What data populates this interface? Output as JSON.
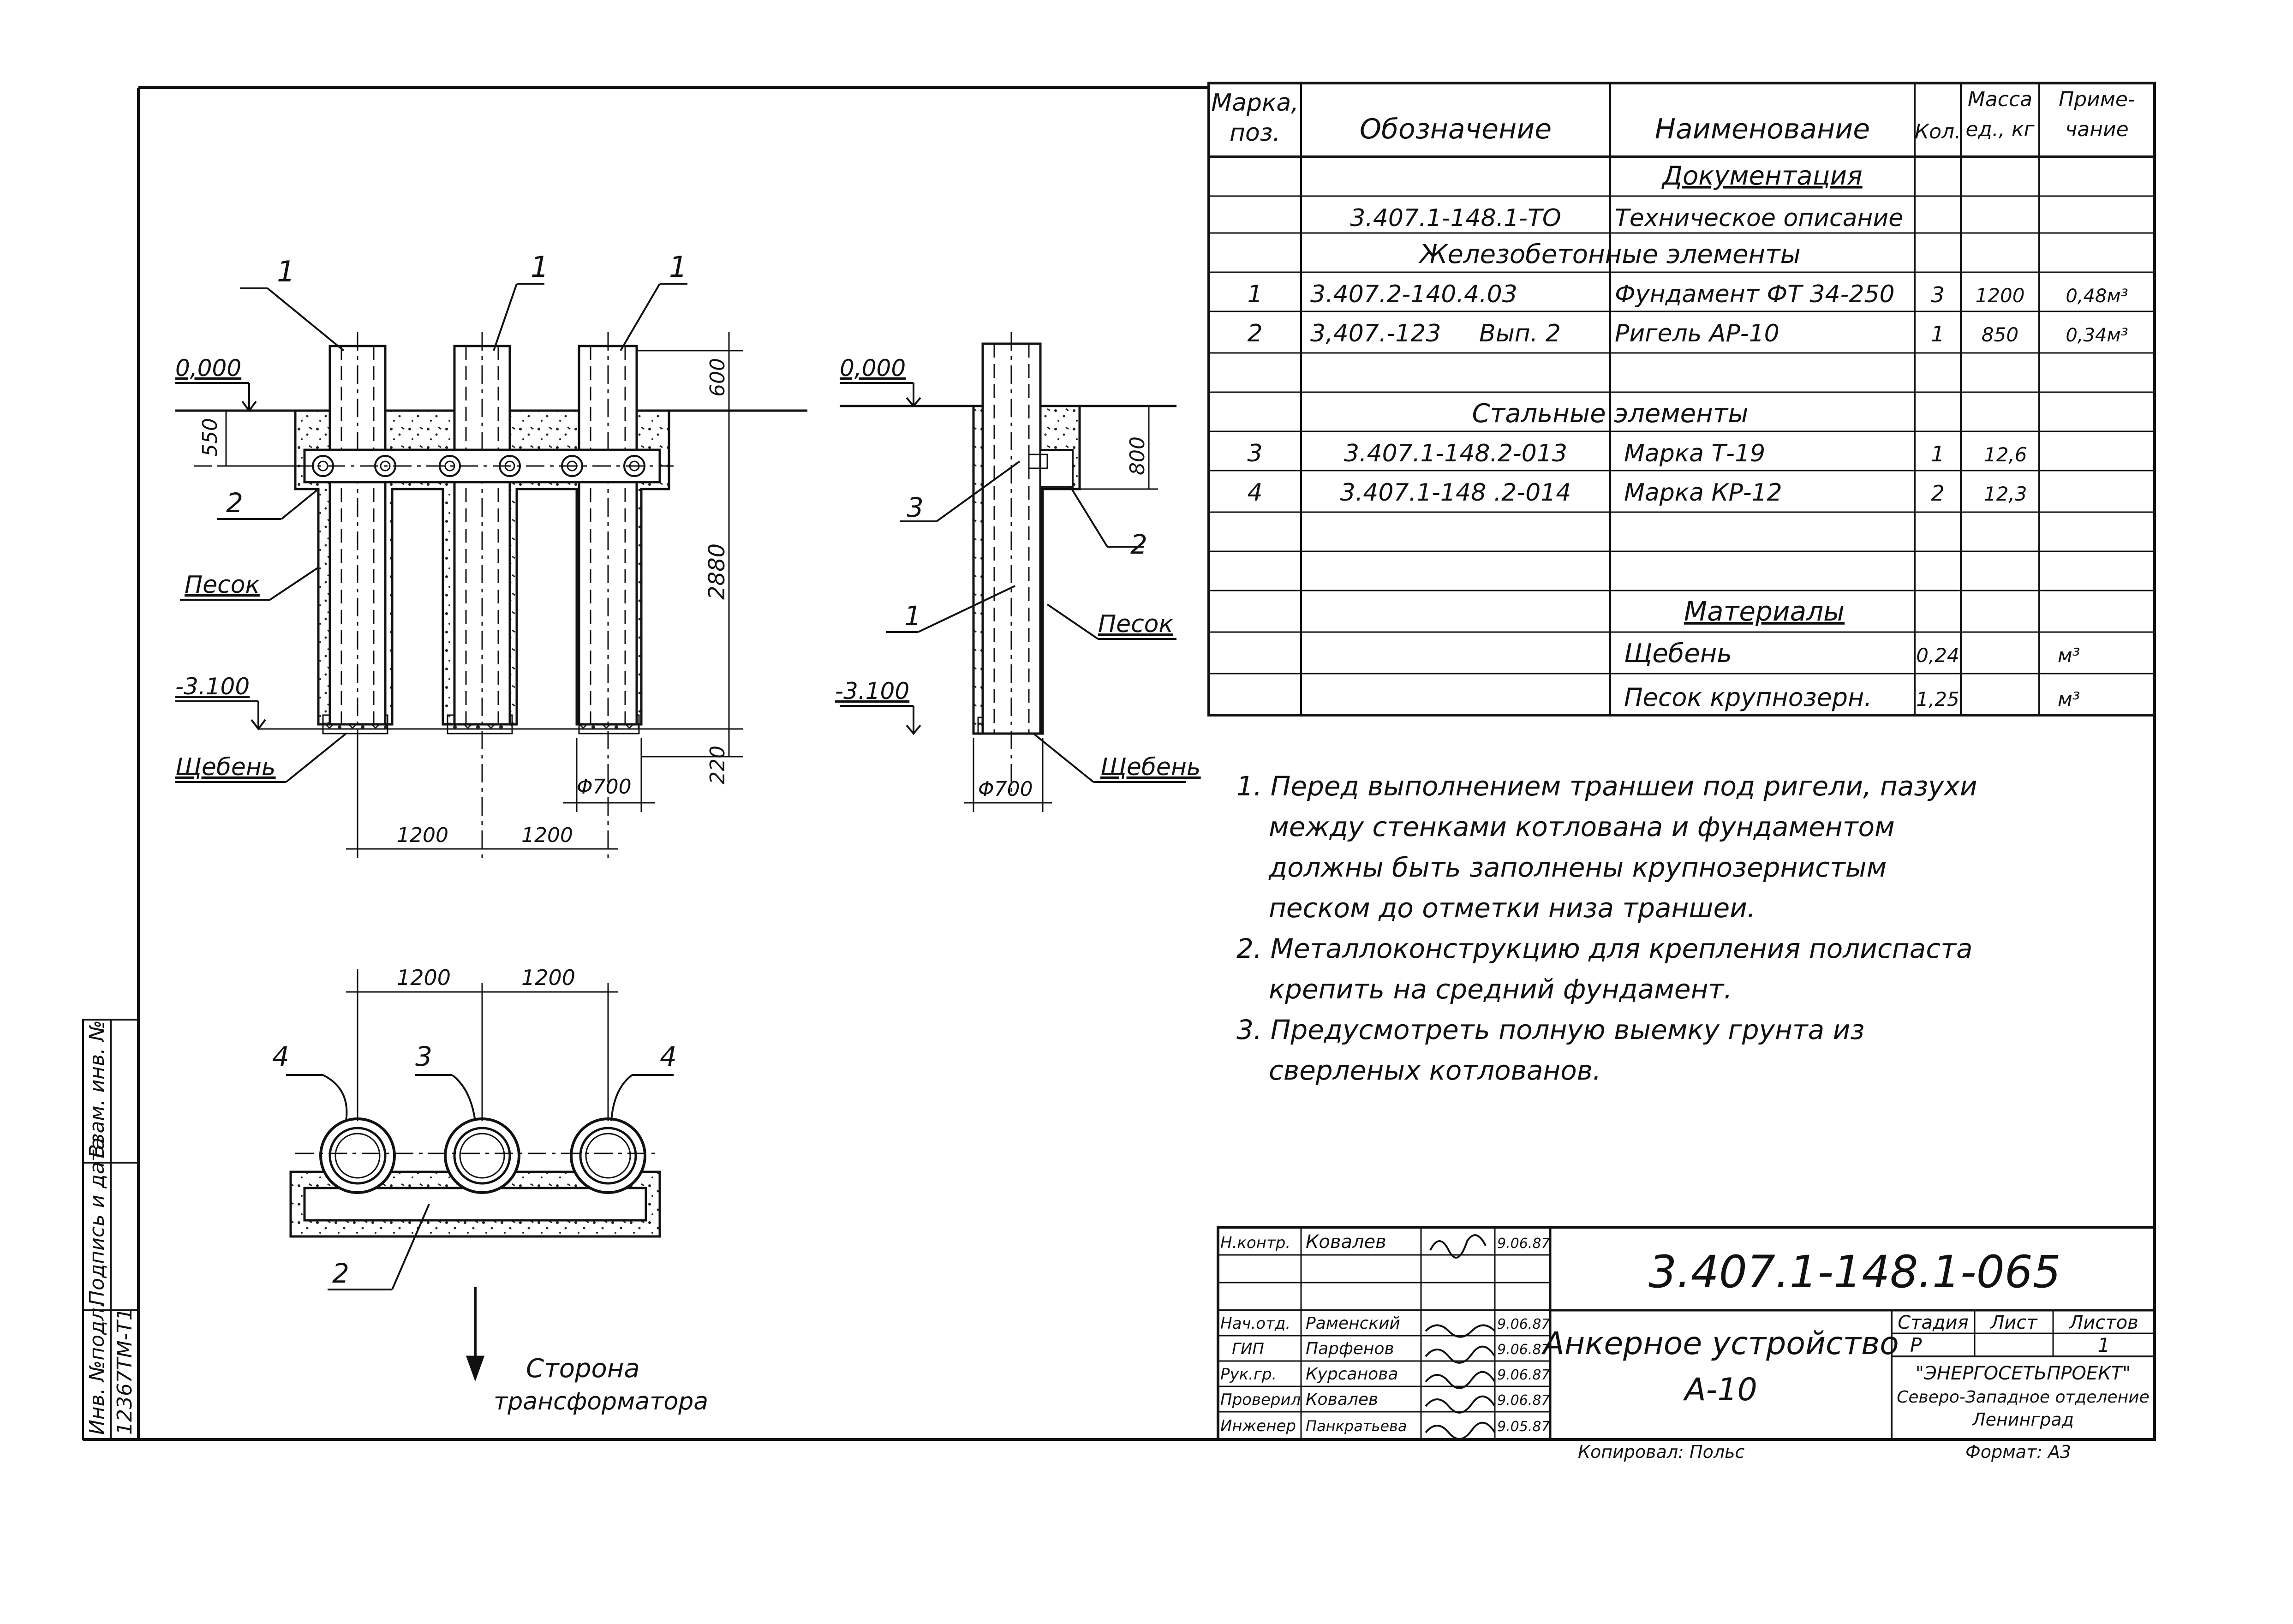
{
  "spec_table": {
    "headers": {
      "pos": [
        "Марка,",
        "поз."
      ],
      "designation": "Обозначение",
      "name": "Наименование",
      "qty": "Кол.",
      "mass": [
        "Масса",
        "ед., кг"
      ],
      "note": [
        "Приме-",
        "чание"
      ]
    },
    "rows": [
      {
        "pos": "",
        "designation": "",
        "name": "Документация",
        "qty": "",
        "mass": "",
        "note": "",
        "kind": "section"
      },
      {
        "pos": "",
        "designation": "3.407.1-148.1-ТО",
        "name": "Техническое описание",
        "qty": "",
        "mass": "",
        "note": "",
        "kind": "item"
      },
      {
        "pos": "",
        "designation": "",
        "name": "Железобетонные элементы",
        "qty": "",
        "mass": "",
        "note": "",
        "kind": "section-wide"
      },
      {
        "pos": "1",
        "designation": "3.407.2-140.4.03",
        "name": "Фундамент ФТ 34-250",
        "qty": "3",
        "mass": "1200",
        "note": "0,48м³",
        "kind": "item"
      },
      {
        "pos": "2",
        "designation": "3,407.-123     Вып. 2",
        "name": "Ригель АР-10",
        "qty": "1",
        "mass": "850",
        "note": "0,34м³",
        "kind": "item"
      },
      {
        "pos": "",
        "designation": "",
        "name": "",
        "qty": "",
        "mass": "",
        "note": "",
        "kind": "blank"
      },
      {
        "pos": "",
        "designation": "",
        "name": "Стальные элементы",
        "qty": "",
        "mass": "",
        "note": "",
        "kind": "section-wide"
      },
      {
        "pos": "3",
        "designation": "3.407.1-148.2-013",
        "name": "Марка Т-19",
        "qty": "1",
        "mass": "12,6",
        "note": "",
        "kind": "item"
      },
      {
        "pos": "4",
        "designation": "3.407.1-148 .2-014",
        "name": "Марка КР-12",
        "qty": "2",
        "mass": "12,3",
        "note": "",
        "kind": "item"
      },
      {
        "pos": "",
        "designation": "",
        "name": "",
        "qty": "",
        "mass": "",
        "note": "",
        "kind": "blank"
      },
      {
        "pos": "",
        "designation": "",
        "name": "Материалы",
        "qty": "",
        "mass": "",
        "note": "",
        "kind": "section"
      },
      {
        "pos": "",
        "designation": "",
        "name": "Щебень",
        "qty": "0,24",
        "mass": "",
        "note": "м³",
        "kind": "item"
      },
      {
        "pos": "",
        "designation": "",
        "name": "Песок крупнозерн.",
        "qty": "1,25",
        "mass": "",
        "note": "м³",
        "kind": "item"
      }
    ]
  },
  "notes": [
    "1. Перед выполнением траншеи под ригели, пазухи",
    "между стенками котлована и фундаментом",
    "должны быть заполнены крупнозернистым",
    "песком до отметки низа траншеи.",
    "2. Металлоконструкцию для крепления полиспаста",
    "крепить на средний фундамент.",
    "3. Предусмотреть полную выемку грунта из",
    "сверленых котлованов."
  ],
  "drawing_labels": {
    "front": {
      "callout_1": "1",
      "callout_2": "2",
      "level_top": "0,000",
      "level_bottom": "-3.100",
      "dim_550": "550",
      "dim_600": "600",
      "dim_2880": "2880",
      "dim_220": "220",
      "dim_d700": "Φ700",
      "dim_1200_a": "1200",
      "dim_1200_b": "1200",
      "sand": "Песок",
      "gravel": "Щебень"
    },
    "side": {
      "level_top": "0,000",
      "level_bottom": "-3.100",
      "callout_3": "3",
      "callout_2": "2",
      "callout_1": "1",
      "dim_800": "800",
      "dim_d700": "Φ700",
      "sand": "Песок",
      "gravel": "Щебень"
    },
    "plan": {
      "dim_1200_a": "1200",
      "dim_1200_b": "1200",
      "callout_4a": "4",
      "callout_3": "3",
      "callout_4b": "4",
      "callout_2": "2",
      "side_label_1": "Сторона",
      "side_label_2": "трансформатора"
    }
  },
  "left_stamp": {
    "col1": "Инв. №подл.",
    "col1_value": "12367ТМ-Т1",
    "col2": "Подпись и дата",
    "col3": "Взам. инв. №"
  },
  "title_block": {
    "doc_code": "3.407.1-148.1-065",
    "title_line1": "Анкерное устройство",
    "title_line2": "А-10",
    "stage_label": "Стадия",
    "sheet_label": "Лист",
    "sheets_label": "Листов",
    "stage_value": "Р",
    "sheets_value": "1",
    "org_line1": "\"ЭНЕРГОСЕТЬПРОЕКТ\"",
    "org_line2": "Северо-Западное отделение",
    "org_line3": "Ленинград",
    "roles": [
      {
        "role": "Н.контр.",
        "name": "Ковалев",
        "date": "9.06.87"
      },
      {
        "role": "",
        "name": "",
        "date": ""
      },
      {
        "role": "Нач.отд.",
        "name": "Раменский",
        "date": "9.06.87"
      },
      {
        "role": "ГИП",
        "name": "Парфенов",
        "date": "9.06.87"
      },
      {
        "role": "Рук.гр.",
        "name": "Курсанова",
        "date": "9.06.87"
      },
      {
        "role": "Проверил",
        "name": "Ковалев",
        "date": "9.06.87"
      },
      {
        "role": "Инженер",
        "name": "Панкратьева",
        "date": "9.05.87"
      }
    ],
    "copied": "Копировал: Польс",
    "format": "Формат: А3"
  }
}
